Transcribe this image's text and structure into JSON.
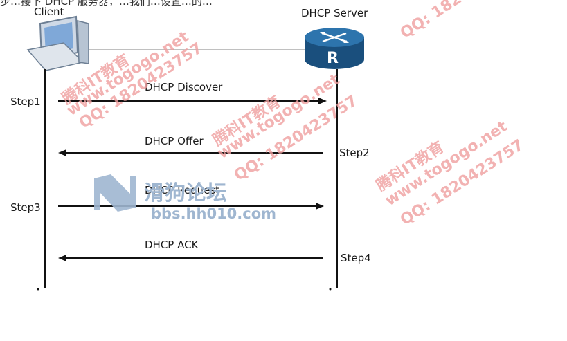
{
  "top_text": "步…接下 DHCP 服务器，…我们…设置…的…",
  "client_label": "Client",
  "server_label": "DHCP Server",
  "router_letter": "R",
  "messages": [
    {
      "label": "DHCP Discover",
      "direction": "client-to-server",
      "step": "Step1",
      "step_side": "left"
    },
    {
      "label": "DHCP Offer",
      "direction": "server-to-client",
      "step": "Step2",
      "step_side": "right"
    },
    {
      "label": "DHCP Request",
      "direction": "client-to-server",
      "step": "Step3",
      "step_side": "left"
    },
    {
      "label": "DHCP ACK",
      "direction": "server-to-client",
      "step": "Step4",
      "step_side": "right"
    }
  ],
  "watermark": {
    "brand": "腾科IT教育",
    "site": "www.togogo.net",
    "qq": "QQ: 1820423757",
    "forum_name": "滑狗论坛",
    "forum_url": "bbs.hh010.com"
  },
  "colors": {
    "line": "#111111",
    "router": "#1f5c8c",
    "watermark": "#f0a0a0",
    "forum_logo": "#9fb6d0"
  }
}
